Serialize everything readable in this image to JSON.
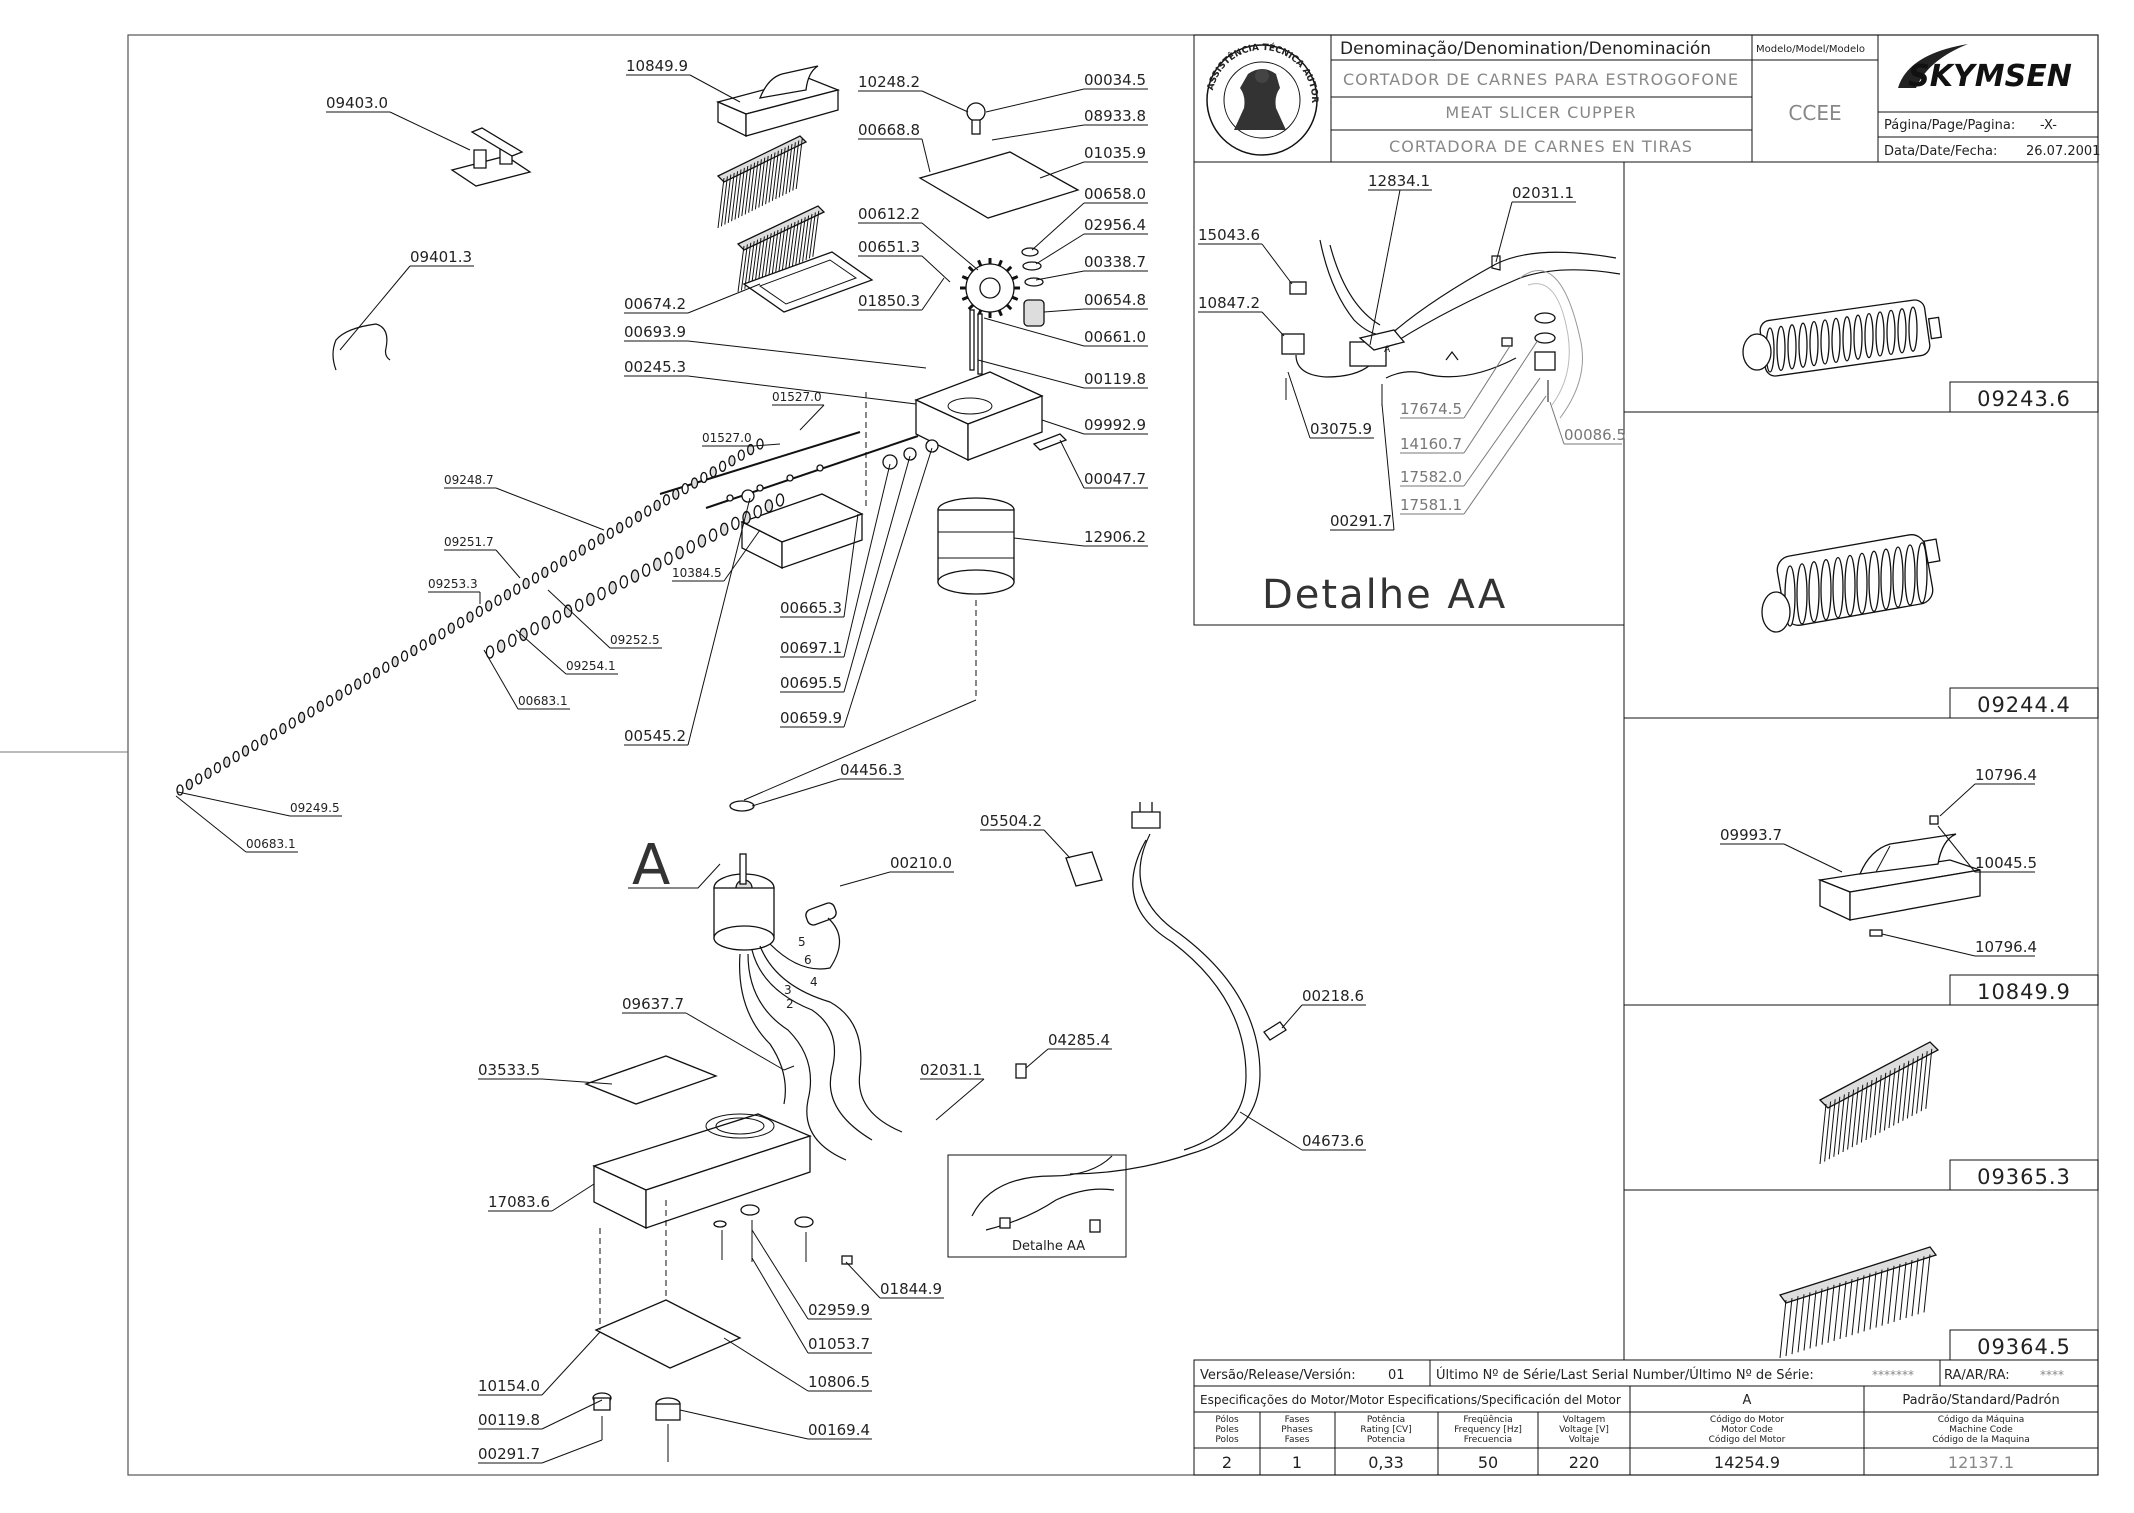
{
  "title_block": {
    "denomination_header": "Denominação/Denomination/Denominación",
    "model_header": "Modelo/Model/Modelo",
    "name_pt": "CORTADOR DE CARNES PARA ESTROGOFONE",
    "name_en": "MEAT SLICER CUPPER",
    "name_es": "CORTADORA DE CARNES EN TIRAS",
    "model": "CCEE",
    "brand": "SKYMSEN",
    "seal_text": "ASSISTÊNCIA TÉCNICA AUTORIZADA",
    "page_label": "Página/Page/Pagina:",
    "page_value": "-X-",
    "date_label": "Data/Date/Fecha:",
    "date_value": "26.07.2001"
  },
  "bottom_block": {
    "release_label": "Versão/Release/Versión:",
    "release_value": "01",
    "serial_label": "Último Nº de Série/Last Serial Number/Último Nº de Série:",
    "serial_value": "*******",
    "ra_label": "RA/AR/RA:",
    "ra_value": "****",
    "motor_spec_label": "Especificações do Motor/Motor Especifications/Specificación del Motor",
    "motor_letter": "A",
    "standard_label": "Padrão/Standard/Padrón",
    "columns": [
      {
        "h1": "Pólos",
        "h2": "Poles",
        "h3": "Polos",
        "value": "2"
      },
      {
        "h1": "Fases",
        "h2": "Phases",
        "h3": "Fases",
        "value": "1"
      },
      {
        "h1": "Potência",
        "h2": "Rating [CV]",
        "h3": "Potencia",
        "value": "0,33"
      },
      {
        "h1": "Freqüência",
        "h2": "Frequency [Hz]",
        "h3": "Frecuencia",
        "value": "50"
      },
      {
        "h1": "Voltagem",
        "h2": "Voltage [V]",
        "h3": "Voltaje",
        "value": "220"
      },
      {
        "h1": "Código do Motor",
        "h2": "Motor Code",
        "h3": "Código del Motor",
        "value": "14254.9"
      },
      {
        "h1": "Código da Máquina",
        "h2": "Machine Code",
        "h3": "Código de la Maquina",
        "value": "12137.1"
      }
    ]
  },
  "detail_aa": {
    "title": "Detalhe AA",
    "small_title": "Detalhe AA",
    "labels": [
      "12834.1",
      "02031.1",
      "15043.6",
      "10847.2",
      "03075.9",
      "17674.5",
      "14160.7",
      "17582.0",
      "17581.1",
      "00086.5",
      "00291.7"
    ]
  },
  "right_panels": [
    {
      "code": "09243.6"
    },
    {
      "code": "09244.4"
    },
    {
      "code": "10849.9",
      "labels": [
        "10796.4",
        "09993.7",
        "10045.5",
        "10796.4"
      ]
    },
    {
      "code": "09365.3"
    },
    {
      "code": "09364.5"
    }
  ],
  "motor_marker": "A",
  "wire_numbers": [
    "5",
    "6",
    "3",
    "2",
    "4"
  ],
  "main_labels": {
    "l10849_9": "10849.9",
    "l09403_0": "09403.0",
    "l09401_3": "09401.3",
    "l10248_2": "10248.2",
    "l00034_5": "00034.5",
    "l08933_8": "08933.8",
    "l00668_8": "00668.8",
    "l01035_9": "01035.9",
    "l00658_0": "00658.0",
    "l00612_2": "00612.2",
    "l02956_4": "02956.4",
    "l00651_3": "00651.3",
    "l00338_7": "00338.7",
    "l01850_3": "01850.3",
    "l00654_8": "00654.8",
    "l00674_2": "00674.2",
    "l00661_0": "00661.0",
    "l00693_9": "00693.9",
    "l00119_8a": "00119.8",
    "l00245_3": "00245.3",
    "l01527_0a": "01527.0",
    "l09992_9": "09992.9",
    "l01527_0b": "01527.0",
    "l00047_7": "00047.7",
    "l09248_7": "09248.7",
    "l10384_5": "10384.5",
    "l12906_2": "12906.2",
    "l09251_7": "09251.7",
    "l09253_3": "09253.3",
    "l00665_3": "00665.3",
    "l09252_5": "09252.5",
    "l09254_1": "09254.1",
    "l00697_1": "00697.1",
    "l00683_1a": "00683.1",
    "l00695_5": "00695.5",
    "l00659_9": "00659.9",
    "l00545_2": "00545.2",
    "l04456_3": "04456.3",
    "l09249_5": "09249.5",
    "l00683_1b": "00683.1",
    "l05504_2": "05504.2",
    "l00210_0": "00210.0",
    "l00218_6": "00218.6",
    "l09637_7": "09637.7",
    "l04285_4": "04285.4",
    "l03533_5": "03533.5",
    "l02031_1": "02031.1",
    "l04673_6": "04673.6",
    "l17083_6": "17083.6",
    "l01844_9": "01844.9",
    "l02959_9": "02959.9",
    "l01053_7": "01053.7",
    "l10154_0": "10154.0",
    "l10806_5": "10806.5",
    "l00119_8b": "00119.8",
    "l00169_4": "00169.4",
    "l00291_7": "00291.7"
  }
}
